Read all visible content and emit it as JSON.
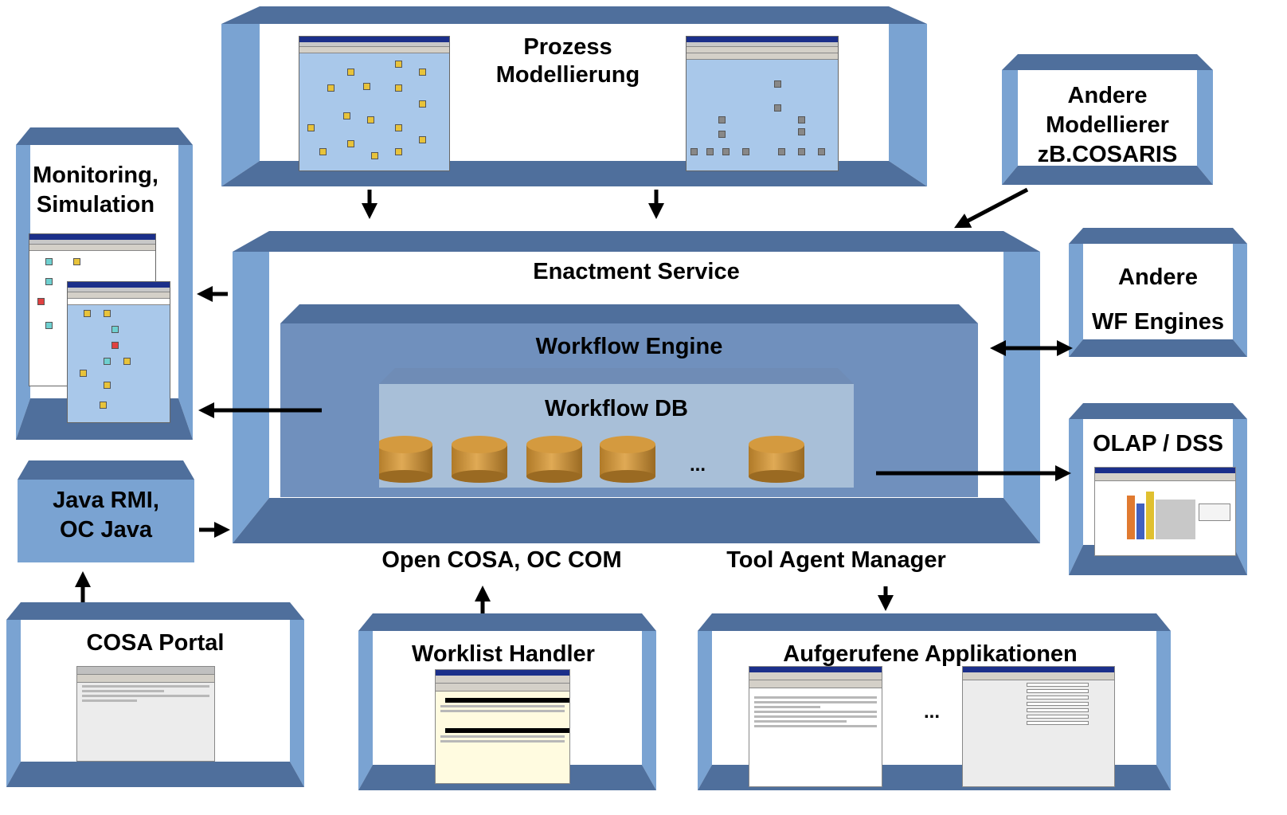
{
  "colors": {
    "frame_light": "#7aa3d2",
    "frame_dark": "#4f6f9c",
    "engine_face": "#7090bd",
    "db_face": "#a8bfd8",
    "cylinder": "#d49a3f",
    "arrow": "#000000"
  },
  "labels": {
    "prozess": [
      "Prozess",
      "Modellierung"
    ],
    "andere_modellierer": [
      "Andere",
      "Modellierer",
      "zB.COSARIS"
    ],
    "monitoring": [
      "Monitoring,",
      "Simulation"
    ],
    "enactment": "Enactment Service",
    "workflow_engine": "Workflow Engine",
    "workflow_db": "Workflow DB",
    "db_ellipsis": "...",
    "andere_wf": [
      "Andere",
      "WF Engines"
    ],
    "olap": "OLAP / DSS",
    "java_rmi": [
      "Java RMI,",
      "OC Java"
    ],
    "open_cosa": "Open COSA, OC COM",
    "tool_agent": "Tool Agent Manager",
    "cosa_portal": "COSA Portal",
    "worklist": "Worklist Handler",
    "aufgerufene": "Aufgerufene Applikationen",
    "apps_ellipsis": "..."
  },
  "icons": {
    "database": "database-cylinder-icon",
    "arrow": "black-arrow-icon"
  }
}
